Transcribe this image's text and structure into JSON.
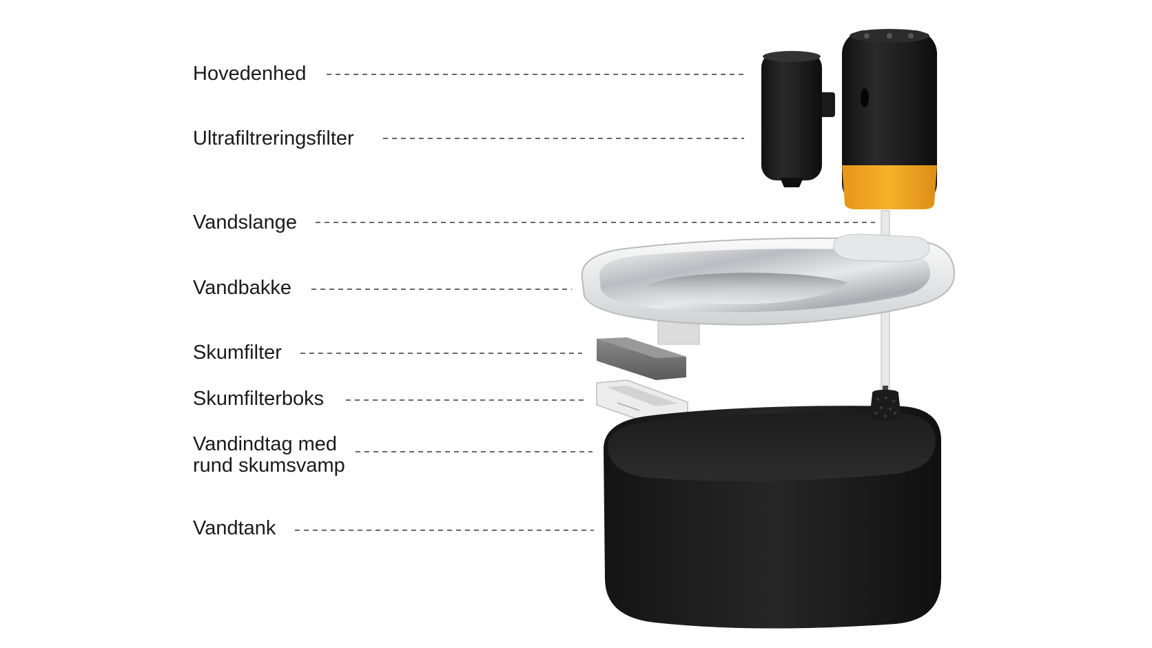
{
  "labels": {
    "main_unit": "Hovedenhed",
    "uf_filter": "Ultrafiltreringsfilter",
    "hose": "Vandslange",
    "tray": "Vandbakke",
    "foam_filter": "Skumfilter",
    "foam_box": "Skumfilterboks",
    "intake_line1": "Vandindtag med",
    "intake_line2": "rund skumsvamp",
    "tank": "Vandtank"
  },
  "colors": {
    "black_part": "#1c1c1c",
    "accent_yellow": "#f2a61e",
    "steel": "#c9cbce",
    "foam_gray": "#6b6b6b",
    "label_text": "#1a1a1a"
  }
}
